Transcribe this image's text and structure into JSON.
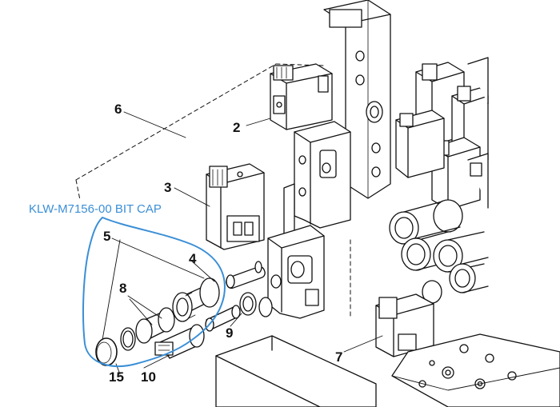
{
  "colors": {
    "ink": "#111111",
    "annotation": "#3b8fd6",
    "paper": "#ffffff"
  },
  "annotation": {
    "text": "KLW-M7156-00 BIT CAP"
  },
  "callouts": {
    "c2": "2",
    "c3": "3",
    "c4": "4",
    "c5": "5",
    "c6": "6",
    "c7": "7",
    "c8": "8",
    "c9": "9",
    "c10": "10",
    "c15": "15"
  }
}
